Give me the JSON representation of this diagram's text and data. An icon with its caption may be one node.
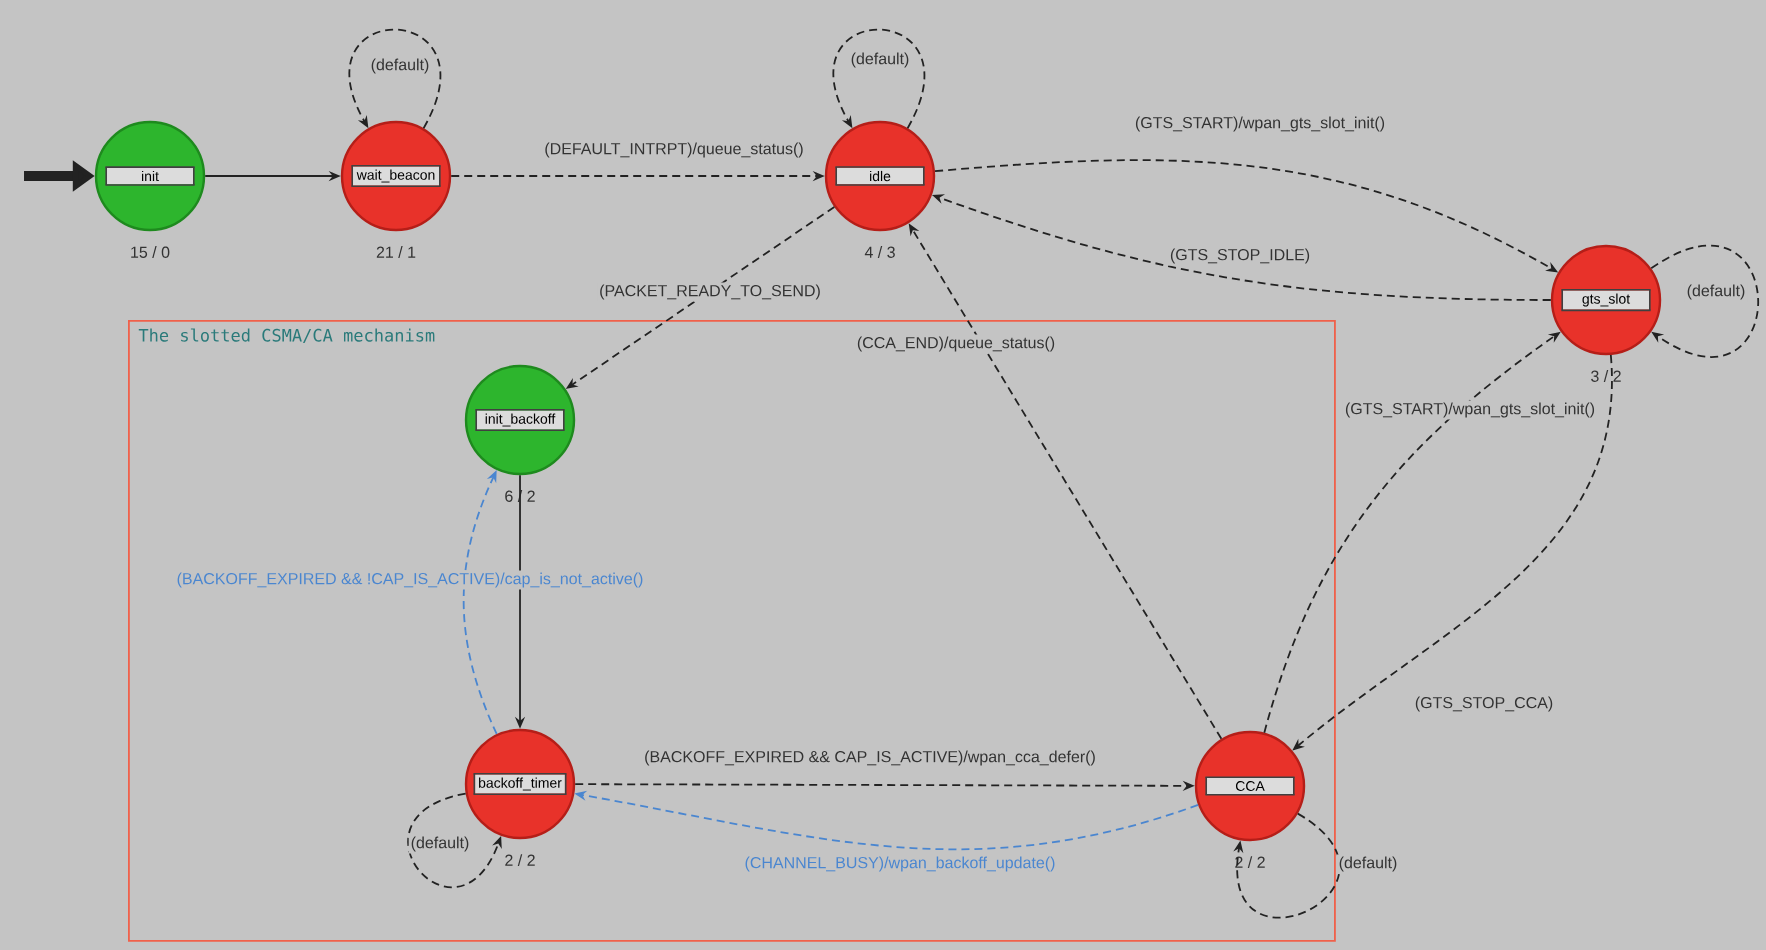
{
  "diagram": {
    "nodes": [
      {
        "text": [
          "init"
        ],
        "beside": [
          "15 / 0"
        ]
      },
      {
        "text": [
          "wait_beacon"
        ],
        "beside": [
          "21 / 1"
        ]
      },
      {
        "text": [
          "idle"
        ],
        "beside": [
          "4 / 3"
        ]
      },
      {
        "text": [
          "gts_slot"
        ],
        "beside": [
          "3 / 2"
        ]
      },
      {
        "text": [
          "The slotted CSMA/CA mechanism"
        ]
      },
      {
        "text": [
          "init_backoff"
        ],
        "beside": [
          "6 / 2"
        ],
        "in": 4
      },
      {
        "text": [
          "backoff_timer"
        ],
        "beside": [
          "2 / 2"
        ],
        "in": 4
      },
      {
        "text": [
          "CCA"
        ],
        "beside": [
          "2 / 2"
        ],
        "in": 4
      }
    ],
    "edges": [
      {
        "from": null,
        "to": 0,
        "arrow": "to",
        "style": "thick"
      },
      {
        "from": 0,
        "to": 1,
        "arrow": "to"
      },
      {
        "from": 1,
        "to": 1,
        "arrow": "to",
        "style": "dashed",
        "label": "(default)"
      },
      {
        "from": 1,
        "to": 2,
        "arrow": "to",
        "style": "dashed",
        "label": "(DEFAULT_INTRPT)/queue_status()"
      },
      {
        "from": 2,
        "to": 2,
        "arrow": "to",
        "style": "dashed",
        "label": "(default)"
      },
      {
        "from": 2,
        "to": 3,
        "arrow": "to",
        "style": "dashed",
        "label": "(GTS_START)/wpan_gts_slot_init()"
      },
      {
        "from": 3,
        "to": 2,
        "arrow": "to",
        "style": "dashed",
        "label": "(GTS_STOP_IDLE)"
      },
      {
        "from": 3,
        "to": 3,
        "arrow": "to",
        "style": "dashed",
        "label": "(default)"
      },
      {
        "from": 2,
        "to": 5,
        "arrow": "to",
        "style": "dashed",
        "label": "(PACKET_READY_TO_SEND)"
      },
      {
        "from": 5,
        "to": 6,
        "arrow": "to"
      },
      {
        "from": 6,
        "to": 5,
        "arrow": "to",
        "style": "dashed",
        "color": "#4a86d0",
        "label": "(BACKOFF_EXPIRED && !CAP_IS_ACTIVE)/cap_is_not_active()"
      },
      {
        "from": 6,
        "to": 6,
        "arrow": "to",
        "style": "dashed",
        "label": "(default)"
      },
      {
        "from": 6,
        "to": 7,
        "arrow": "to",
        "style": "dashed",
        "label": "(BACKOFF_EXPIRED && CAP_IS_ACTIVE)/wpan_cca_defer()"
      },
      {
        "from": 7,
        "to": 6,
        "arrow": "to",
        "style": "dashed",
        "color": "#4a86d0",
        "label": "(CHANNEL_BUSY)/wpan_backoff_update()"
      },
      {
        "from": 7,
        "to": 2,
        "arrow": "to",
        "style": "dashed",
        "label": "(CCA_END)/queue_status()"
      },
      {
        "from": 7,
        "to": 3,
        "arrow": "to",
        "style": "dashed",
        "label": "(GTS_START)/wpan_gts_slot_init()"
      },
      {
        "from": 3,
        "to": 7,
        "arrow": "to",
        "style": "dashed",
        "label": "(GTS_STOP_CCA)"
      },
      {
        "from": 7,
        "to": 7,
        "arrow": "to",
        "style": "dashed",
        "label": "(default)"
      }
    ]
  }
}
